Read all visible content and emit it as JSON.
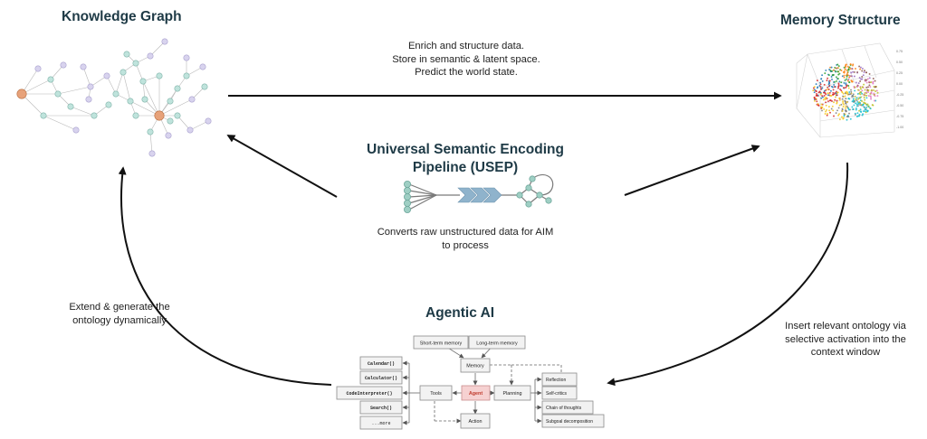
{
  "knowledge_graph": {
    "title": "Knowledge Graph"
  },
  "memory_structure": {
    "title": "Memory Structure",
    "axis_ticks": [
      "0.75",
      "0.50",
      "0.25",
      "0.00",
      "-0.25",
      "-0.50",
      "-0.75",
      "-1.00"
    ]
  },
  "top_caption": {
    "lines": [
      "Enrich and structure data.",
      "Store in semantic & latent space.",
      "Predict the world state."
    ]
  },
  "usep": {
    "title_lines": [
      "Universal Semantic Encoding",
      "Pipeline (USEP)"
    ],
    "caption_lines": [
      "Converts raw unstructured data for AIM",
      "to process"
    ]
  },
  "left_caption": {
    "lines": [
      "Extend & generate the",
      "ontology dynamically"
    ]
  },
  "right_caption": {
    "lines": [
      "Insert relevant ontology via",
      "selective activation into the",
      "context window"
    ]
  },
  "agentic": {
    "title": "Agentic AI",
    "short_term": "Short-term memory",
    "long_term": "Long-term memory",
    "memory": "Memory",
    "agent": "Agent",
    "tools": "Tools",
    "planning": "Planning",
    "action": "Action",
    "tool_items": [
      "Calendar()",
      "Calculator()",
      "CodeInterpreter()",
      "Search()",
      "...more"
    ],
    "planning_items": [
      "Reflection",
      "Self-critics",
      "Chain of thoughts",
      "Subgoal decomposition"
    ]
  },
  "colors": {
    "title": "#1e3a46",
    "agent_fill": "#f6d1d1",
    "agent_text": "#c0392b",
    "usep_teal": "#9fcfc4",
    "usep_blue": "#8fb3cc"
  }
}
